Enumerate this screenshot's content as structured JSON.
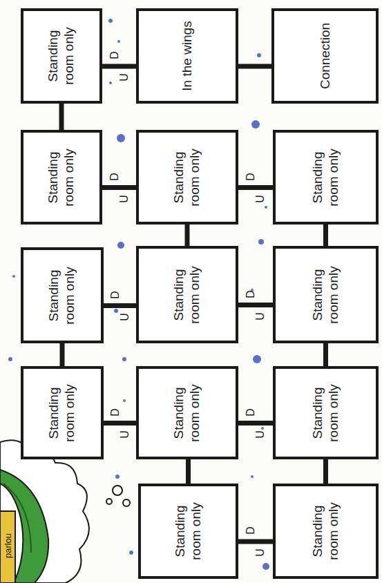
{
  "diagram": {
    "nodes": [
      {
        "text": [
          "Standing room only"
        ]
      },
      {
        "text": [
          "In the wings"
        ]
      },
      {
        "text": [
          "Connection"
        ]
      },
      {
        "text": [
          "Standing room only"
        ]
      },
      {
        "text": [
          "Standing room only"
        ]
      },
      {
        "text": [
          "Standing room only"
        ]
      },
      {
        "text": [
          "Standing room only"
        ]
      },
      {
        "text": [
          "Standing room only"
        ]
      },
      {
        "text": [
          "Standing room only"
        ]
      },
      {
        "text": [
          "Standing room only"
        ]
      },
      {
        "text": [
          "Standing room only"
        ]
      },
      {
        "text": [
          "Standing room only"
        ]
      },
      {
        "text": [
          "Standing room only"
        ]
      },
      {
        "text": [
          "Standing room only"
        ]
      }
    ],
    "edges": [
      {
        "from": 0,
        "to": 1,
        "arrow": "none"
      },
      {
        "from": 1,
        "to": 2,
        "arrow": "none"
      },
      {
        "from": 0,
        "to": 3,
        "arrow": "none"
      },
      {
        "from": 3,
        "to": 4,
        "arrow": "none"
      },
      {
        "from": 4,
        "to": 5,
        "arrow": "none"
      },
      {
        "from": 4,
        "to": 7,
        "arrow": "none"
      },
      {
        "from": 5,
        "to": 8,
        "arrow": "none"
      },
      {
        "from": 6,
        "to": 7,
        "arrow": "none"
      },
      {
        "from": 7,
        "to": 8,
        "arrow": "none"
      },
      {
        "from": 6,
        "to": 9,
        "arrow": "none"
      },
      {
        "from": 8,
        "to": 11,
        "arrow": "none"
      },
      {
        "from": 9,
        "to": 10,
        "arrow": "none"
      },
      {
        "from": 10,
        "to": 11,
        "arrow": "none"
      },
      {
        "from": 10,
        "to": 12,
        "arrow": "none"
      },
      {
        "from": 11,
        "to": 13,
        "arrow": "none"
      },
      {
        "from": 12,
        "to": 13,
        "arrow": "none"
      }
    ],
    "labels": [
      "D",
      "U",
      "D",
      "U",
      "D",
      "U",
      "D",
      "U",
      "D",
      "U",
      "D",
      "U",
      "D",
      "U",
      "D",
      "U",
      "parlou"
    ]
  }
}
